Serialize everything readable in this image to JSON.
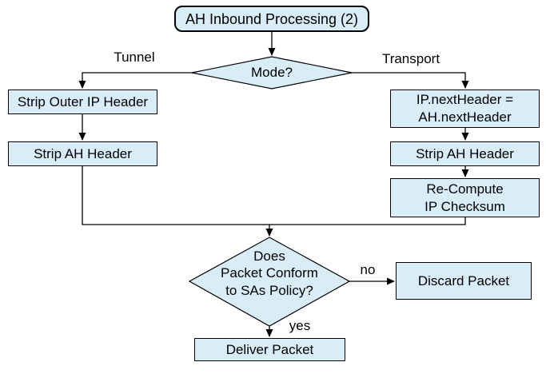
{
  "diagram": {
    "type": "flowchart",
    "background_color": "#ffffff",
    "node_fill_color": "#d9edf8",
    "node_border_color": "#000000",
    "connector_color": "#000000",
    "text_color": "#000000"
  },
  "nodes": {
    "start": "AH Inbound Processing (2)",
    "mode": "Mode?",
    "strip_outer_ip": "Strip Outer IP Header",
    "strip_ah_tunnel": "Strip AH Header",
    "ip_next_header": "IP.nextHeader =\nAH.nextHeader",
    "strip_ah_transport": "Strip AH Header",
    "recompute_checksum": "Re-Compute\nIP Checksum",
    "policy_check": "Does\nPacket Conform\nto SAs Policy?",
    "discard": "Discard Packet",
    "deliver": "Deliver Packet"
  },
  "edge_labels": {
    "tunnel": "Tunnel",
    "transport": "Transport",
    "no": "no",
    "yes": "yes"
  }
}
